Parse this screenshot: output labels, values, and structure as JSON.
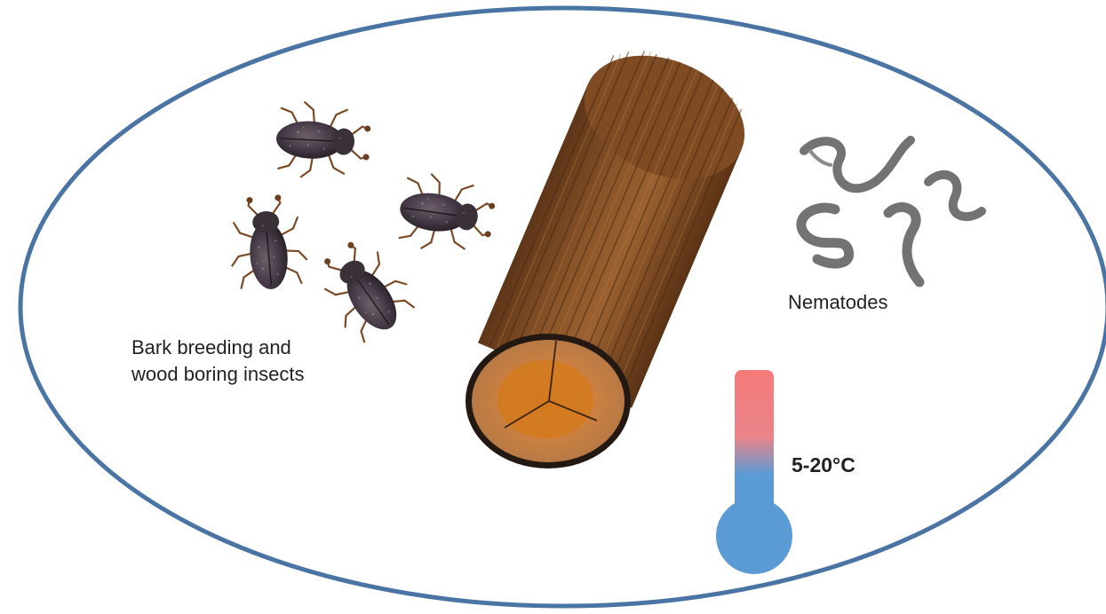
{
  "labels": {
    "insects_line1": "Bark breeding and",
    "insects_line2": "wood boring insects",
    "nematodes": "Nematodes",
    "temperature": "5-20°C"
  },
  "colors": {
    "ellipse_outline": "#4a74a3",
    "log_bark": "#7a4a25",
    "log_end_ring": "#2a1c12",
    "log_end_face": "#c17a3a",
    "log_end_core": "#d2781f",
    "beetle_body": "#4a4048",
    "nematode": "#6e6e6e",
    "thermometer_top": "#f67a7a",
    "thermometer_bottom": "#5b9bd5"
  },
  "icons": [
    "beetle-icon",
    "nematode-icon",
    "log-icon",
    "thermometer-icon"
  ]
}
